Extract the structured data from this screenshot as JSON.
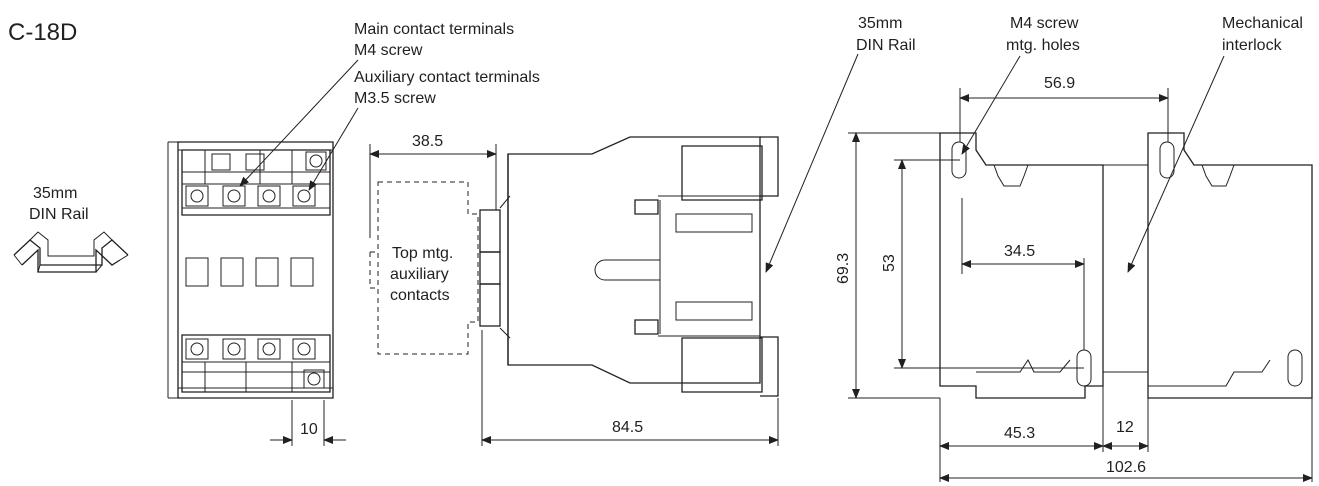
{
  "title": "C-18D",
  "callouts": {
    "din_rail_small": [
      "35mm",
      "DIN Rail"
    ],
    "main_contacts": [
      "Main contact terminals",
      "M4 screw"
    ],
    "aux_contacts": [
      "Auxiliary contact terminals",
      "M3.5 screw"
    ],
    "top_aux": [
      "Top mtg.",
      "auxiliary",
      "contacts"
    ],
    "din_rail_side": [
      "35mm",
      "DIN Rail"
    ],
    "mtg_holes": [
      "M4 screw",
      "mtg. holes"
    ],
    "interlock": [
      "Mechanical",
      "interlock"
    ]
  },
  "dimensions": {
    "front_width": "10",
    "aux_depth": "38.5",
    "side_depth": "84.5",
    "hole_spacing": "56.9",
    "height": "69.3",
    "hole_vertical": "53",
    "inner": "34.5",
    "base_width": "45.3",
    "gap": "12",
    "total_width": "102.6"
  }
}
